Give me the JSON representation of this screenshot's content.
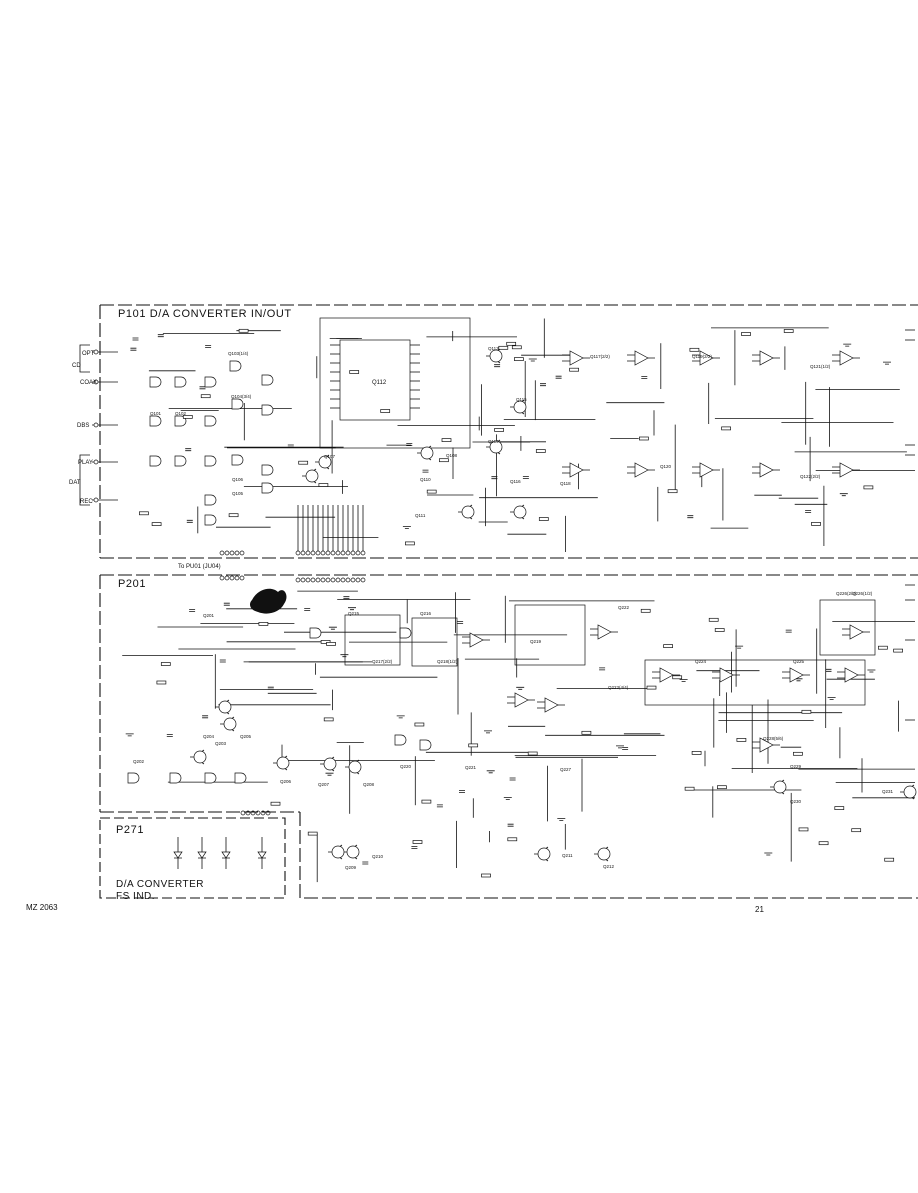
{
  "schematic": {
    "board_p101": {
      "title": "P101  D/A CONVERTER IN/OUT",
      "inputs": [
        "OPT",
        "CD",
        "COAX",
        "DBS",
        "PLAY",
        "DAT",
        "REC"
      ],
      "ic_label": "Q112"
    },
    "board_p201": {
      "title": "P201",
      "connector_label": "To PU01 (JU04)",
      "parts": [
        "Q201",
        "Q202",
        "Q203",
        "Q204",
        "Q205",
        "Q206",
        "Q207",
        "Q208",
        "Q209",
        "Q210",
        "Q211",
        "Q212",
        "Q215",
        "Q216",
        "Q217(2/2)",
        "Q218(1/2)",
        "Q219",
        "Q220",
        "Q221",
        "Q222",
        "Q223(4/4)",
        "Q224",
        "Q225",
        "Q226(1/2)",
        "Q226(2/2)",
        "Q227",
        "Q228(5/6)",
        "Q229",
        "Q230",
        "Q231"
      ]
    },
    "board_p271": {
      "title": "P271",
      "subtitle_line1": "D/A  CONVERTER",
      "subtitle_line2": "FS  IND."
    },
    "parts_p101": [
      "Q101",
      "Q102",
      "Q103(1/4)",
      "Q104(3/4)",
      "Q105",
      "Q106",
      "Q107",
      "Q108",
      "Q110",
      "Q111",
      "Q113",
      "Q114",
      "Q115",
      "Q116",
      "Q117(2/2)",
      "Q118",
      "Q119(2/2)",
      "Q120",
      "Q121(1/2)",
      "Q122(2/2)"
    ],
    "doc_code": "MZ 2063",
    "page_number": "21",
    "colors": {
      "ink": "#111111",
      "paper": "#ffffff"
    }
  }
}
